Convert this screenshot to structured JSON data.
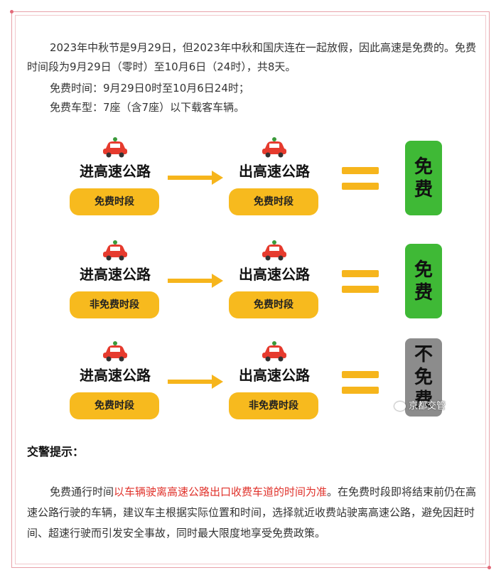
{
  "intro": {
    "p1": "2023年中秋节是9月29日，但2023年中秋和国庆连在一起放假，因此高速是免费的。免费时间段为9月29日（零时）至10月6日（24时），共8天。",
    "p2": "免费时间：9月29日0时至10月6日24时；",
    "p3": "免费车型：7座（含7座）以下载客车辆。"
  },
  "diagram": {
    "entry_label": "进高速公路",
    "exit_label": "出高速公路",
    "rows": [
      {
        "entry_period": "免费时段",
        "exit_period": "免费时段",
        "result": [
          "免",
          "费"
        ],
        "result_color": "#3fb936"
      },
      {
        "entry_period": "非免费时段",
        "exit_period": "免费时段",
        "result": [
          "免",
          "费"
        ],
        "result_color": "#3fb936"
      },
      {
        "entry_period": "免费时段",
        "exit_period": "非免费时段",
        "result": [
          "不",
          "免",
          "费"
        ],
        "result_color": "#8c8c8c"
      }
    ],
    "watermark": "京都交管"
  },
  "tips": {
    "title": "交警提示：",
    "pre": "免费通行时间",
    "highlight": "以车辆驶离高速公路出口收费车道的时间为准",
    "post": "。在免费时段即将结束前仍在高速公路行驶的车辆，建议车主根据实际位置和时间，选择就近收费站驶离高速公路，避免因赶时间、超速行驶而引发安全事故，同时最大限度地享受免费政策。"
  },
  "colors": {
    "border": "#e8a0a8",
    "highlight": "#e0322b",
    "pill": "#f7ba1e",
    "free": "#3fb936",
    "notfree": "#8c8c8c"
  }
}
